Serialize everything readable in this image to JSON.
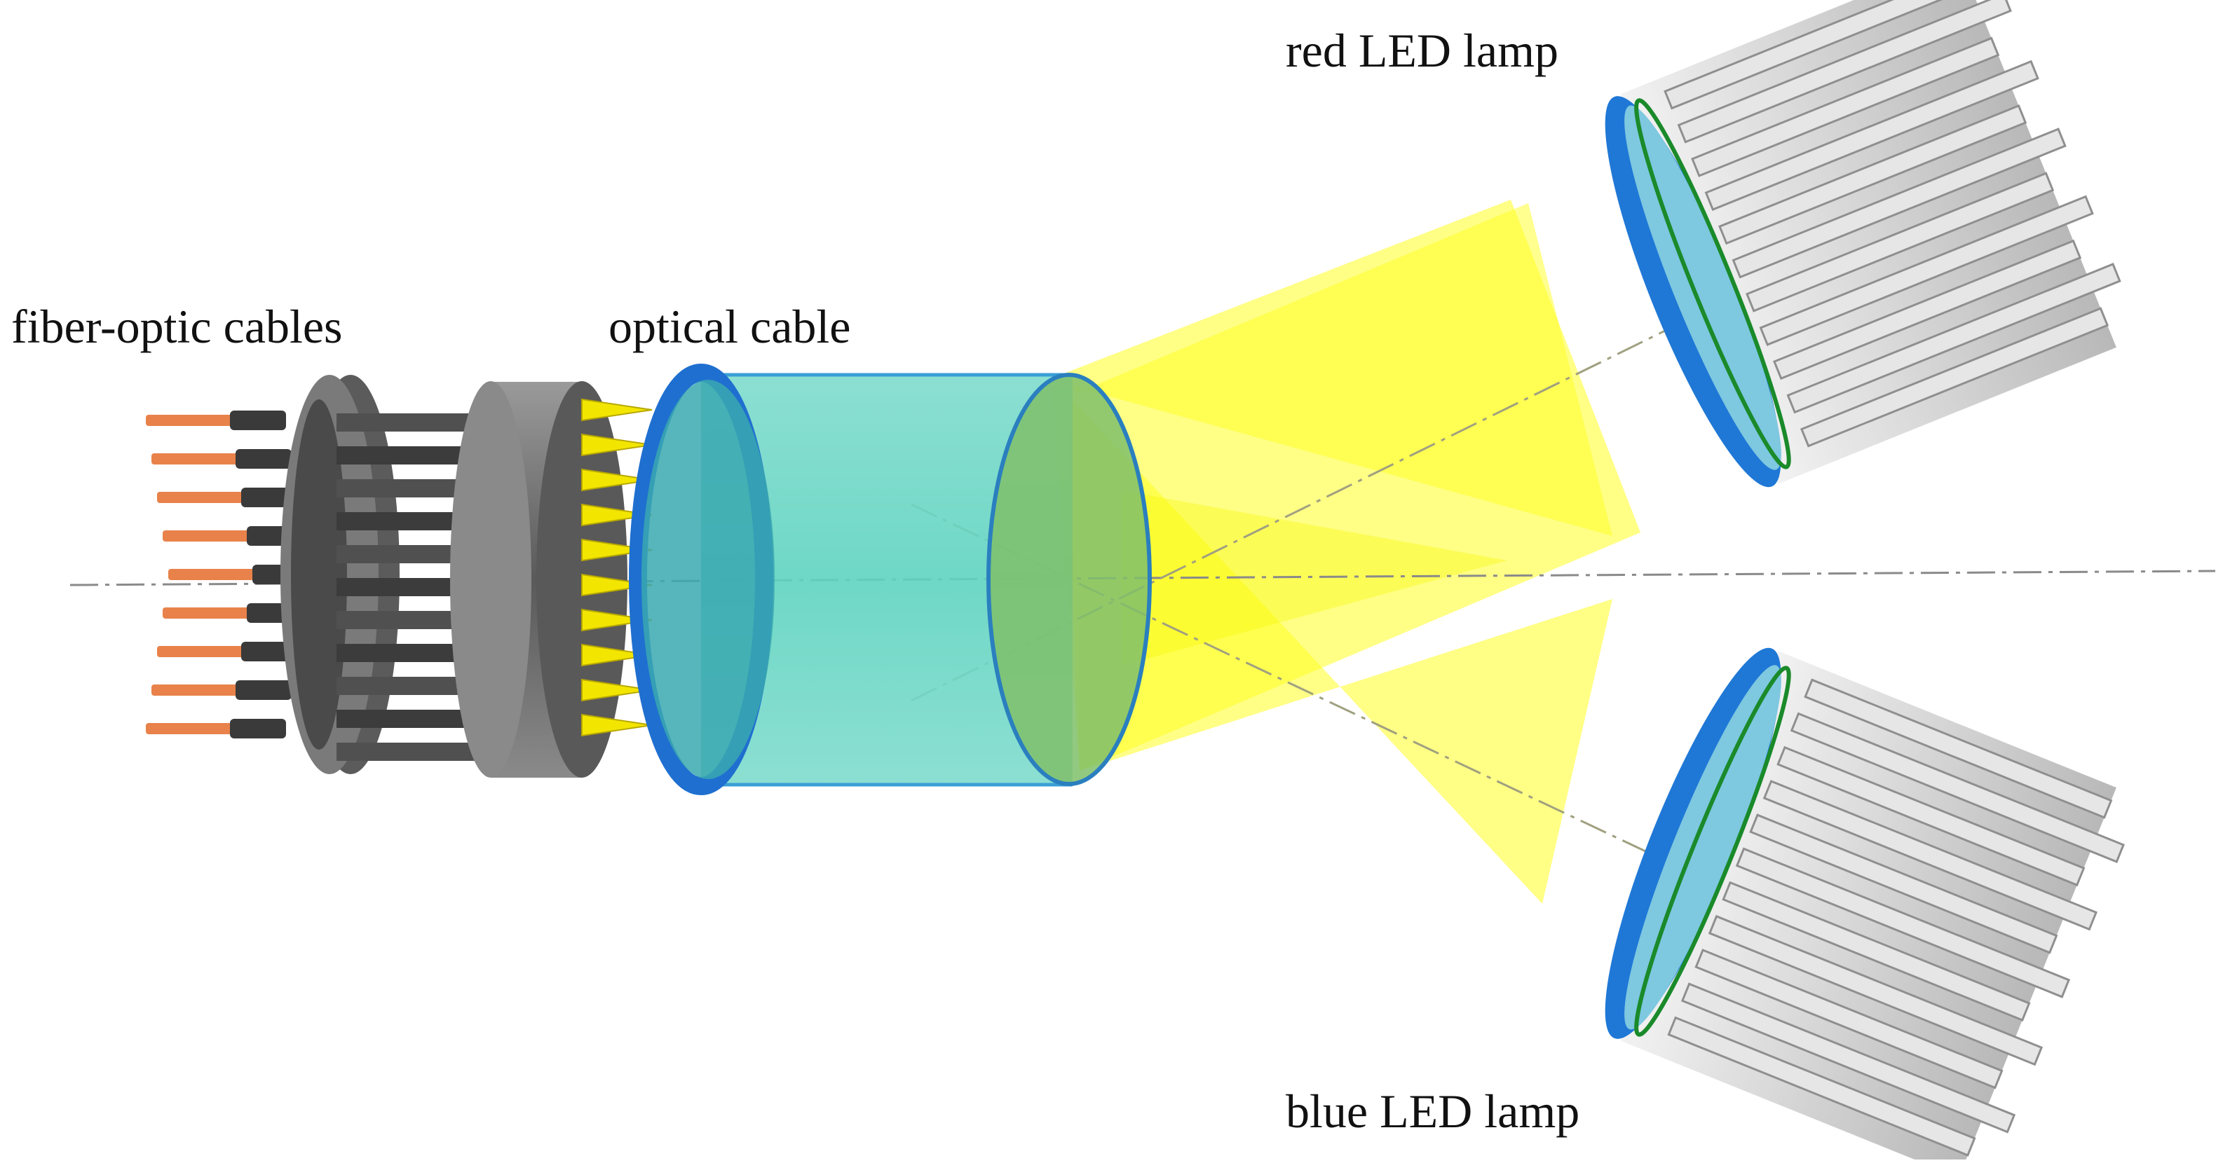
{
  "labels": {
    "fiber_optic_cables": "fiber-optic cables",
    "optical_cable": "optical cable",
    "red_led_lamp": "red LED lamp",
    "blue_led_lamp": "blue LED lamp"
  },
  "components": {
    "fiber_count_visible": 9,
    "light_color": "#ffff33",
    "cylinder_color": "#5ccfc0",
    "ring_color": "#1f78d6",
    "heatsink_color": "#d4d4d4",
    "connector_color": "#6e6e6e",
    "fiber_tip_color": "#e8824a",
    "cone_tip_color": "#f2e600",
    "led_lens_color": "#7ec8e0"
  }
}
